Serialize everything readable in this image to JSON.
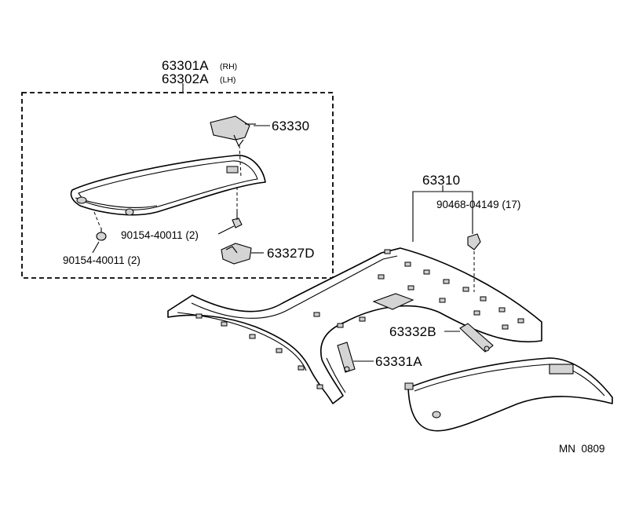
{
  "labels": {
    "assy_rh": "63301A",
    "assy_rh_suffix": "(RH)",
    "assy_lh": "63302A",
    "assy_lh_suffix": "(LH)",
    "handle_cover": "63330",
    "screw_upper": "90154-40011 (2)",
    "screw_lower": "90154-40011 (2)",
    "clip_part": "63327D",
    "headlining": "63310",
    "clip_headlining": "90468-04149 (17)",
    "visor_b": "63332B",
    "visor_a": "63331A"
  },
  "figure_code": "MN  0809"
}
